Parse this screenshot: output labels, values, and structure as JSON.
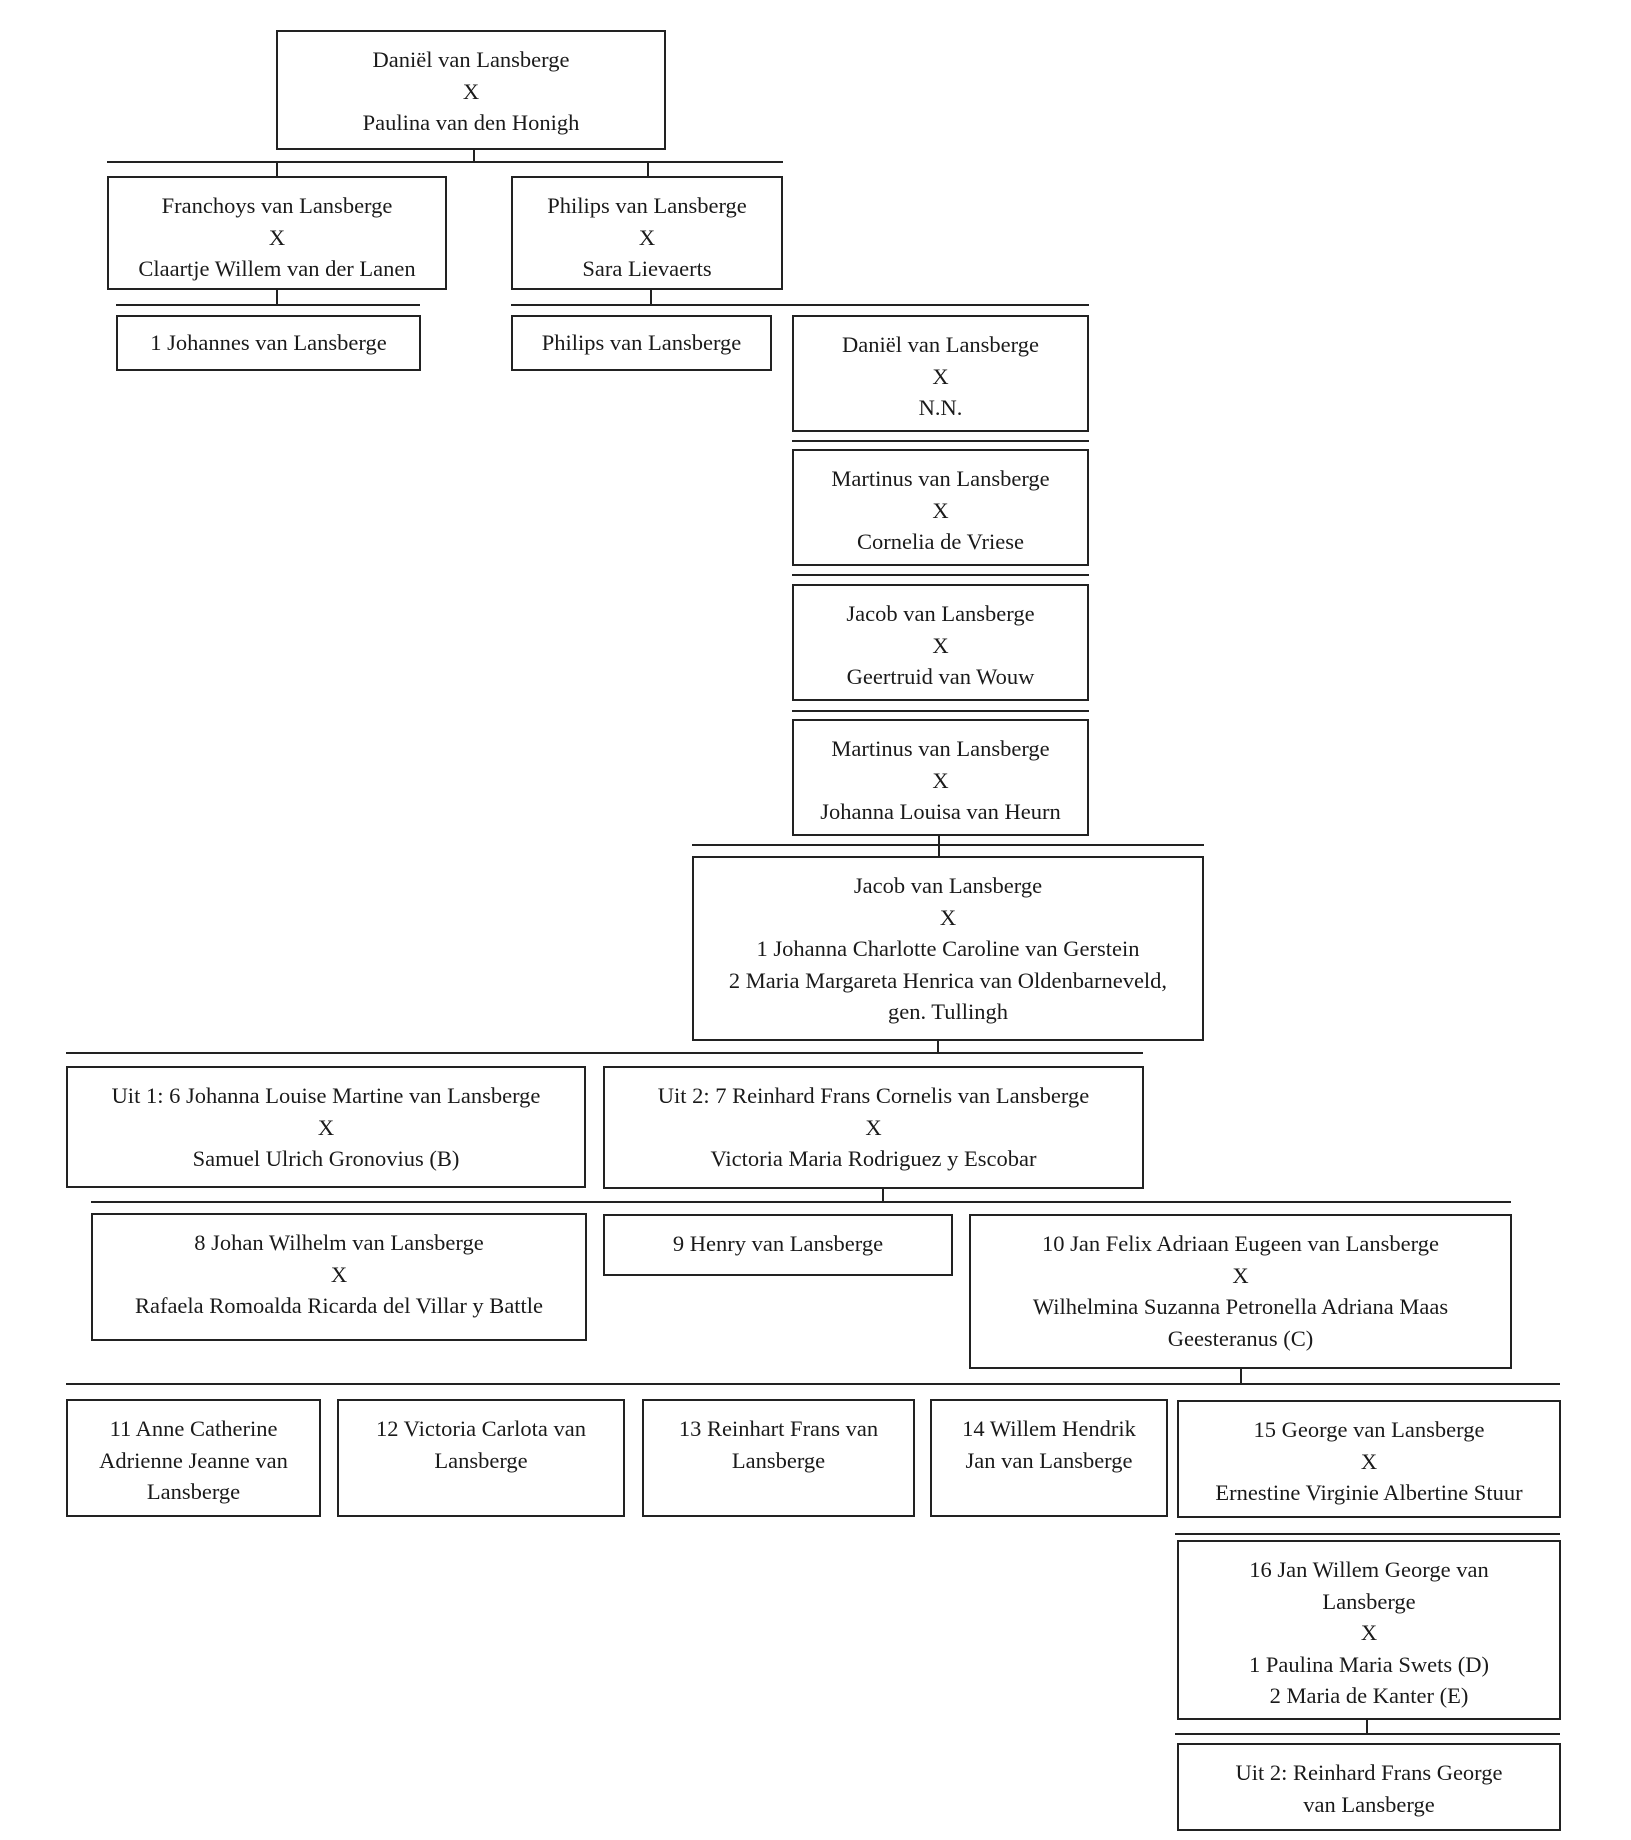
{
  "marriage_symbol": "X",
  "boxes": {
    "root": [
      "Daniël van Lansberge",
      "X",
      "Paulina van den Honigh"
    ],
    "franchoys": [
      "Franchoys van Lansberge",
      "X",
      "Claartje Willem van der Lanen"
    ],
    "philips1": [
      "Philips van Lansberge",
      "X",
      "Sara Lievaerts"
    ],
    "johannes": [
      "1 Johannes van Lansberge"
    ],
    "philips2": [
      "Philips van Lansberge"
    ],
    "daniel2": [
      "Daniël van Lansberge",
      "X",
      "N.N."
    ],
    "martinus1": [
      "Martinus van Lansberge",
      "X",
      "Cornelia de Vriese"
    ],
    "jacob1": [
      "Jacob van Lansberge",
      "X",
      "Geertruid van Wouw"
    ],
    "martinus2": [
      "Martinus van Lansberge",
      "X",
      "Johanna Louisa van Heurn"
    ],
    "jacob2": [
      "Jacob van Lansberge",
      "X",
      "1 Johanna Charlotte Caroline van Gerstein",
      "2 Maria Margareta Henrica van Oldenbarneveld,",
      "gen. Tullingh"
    ],
    "johanna6": [
      "Uit 1: 6 Johanna Louise Martine van Lansberge",
      "X",
      "Samuel Ulrich Gronovius (B)"
    ],
    "reinhard7": [
      "Uit 2: 7 Reinhard Frans Cornelis van Lansberge",
      "X",
      "Victoria Maria Rodriguez y Escobar"
    ],
    "johan8": [
      "8 Johan Wilhelm van Lansberge",
      "X",
      "Rafaela Romoalda Ricarda del Villar y Battle"
    ],
    "henry9": [
      "9 Henry van Lansberge"
    ],
    "jan10": [
      "10 Jan Felix Adriaan Eugeen van Lansberge",
      "X",
      "Wilhelmina Suzanna Petronella Adriana Maas",
      "Geesteranus (C)"
    ],
    "anne11": [
      "11 Anne Catherine",
      "Adrienne Jeanne van",
      "Lansberge"
    ],
    "victoria12": [
      "12 Victoria Carlota van",
      "Lansberge"
    ],
    "reinhart13": [
      "13 Reinhart Frans van",
      "Lansberge"
    ],
    "willem14": [
      "14 Willem Hendrik",
      "Jan van Lansberge"
    ],
    "george15": [
      "15 George van Lansberge",
      "X",
      "Ernestine Virginie Albertine Stuur"
    ],
    "jan16": [
      "16 Jan Willem George van",
      "Lansberge",
      "X",
      "1 Paulina Maria Swets (D)",
      "2 Maria de Kanter (E)"
    ],
    "reinhard_last": [
      "Uit 2: Reinhard Frans George",
      "van Lansberge"
    ]
  }
}
